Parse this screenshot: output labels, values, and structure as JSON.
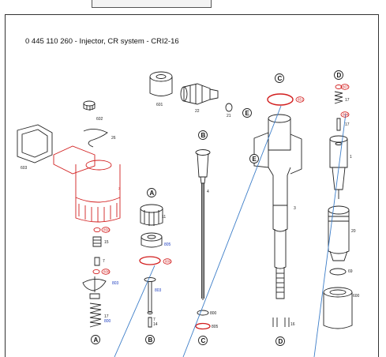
{
  "title": "0 445 110 260 - Injector, CR system - CRI2-16",
  "callouts": {
    "a": "A",
    "b": "B",
    "c": "C",
    "d": "D",
    "e": "E"
  },
  "parts": {
    "p1": "1",
    "p3": "3",
    "p4": "4",
    "p7": "7",
    "p11": "11",
    "p14": "14",
    "p15": "15",
    "p16": "16",
    "p17": "17",
    "p20": "20",
    "p21": "21",
    "p22": "22",
    "p26": "26",
    "p69": "69",
    "p600": "600",
    "p601": "601",
    "p602": "602",
    "p603": "603",
    "p800": "800",
    "p803": "803",
    "p804": "804",
    "p805": "805",
    "p806": "806",
    "p807": "807",
    "p808": "808",
    "p850": "850",
    "p851": "851",
    "p2": "2"
  },
  "colors": {
    "line": "#222222",
    "highlight": "#d21e1e",
    "leader": "#3d7ec8",
    "blue_label": "#2040c0"
  }
}
